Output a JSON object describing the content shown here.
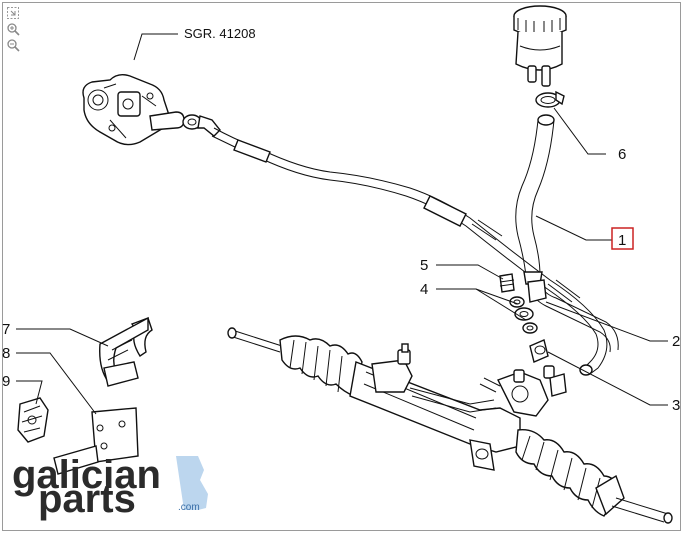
{
  "diagram": {
    "reference_label": "SGR. 41208",
    "callouts": [
      {
        "id": "1",
        "label": "1",
        "highlighted": true
      },
      {
        "id": "2",
        "label": "2"
      },
      {
        "id": "3",
        "label": "3"
      },
      {
        "id": "4",
        "label": "4"
      },
      {
        "id": "5",
        "label": "5"
      },
      {
        "id": "6",
        "label": "6"
      },
      {
        "id": "7",
        "label": "7"
      },
      {
        "id": "8",
        "label": "8"
      },
      {
        "id": "9",
        "label": "9"
      }
    ],
    "highlight_color": "#cc2222"
  },
  "toolbar": {
    "tools": [
      {
        "name": "fit-icon"
      },
      {
        "name": "zoom-in-icon"
      },
      {
        "name": "zoom-out-icon"
      }
    ]
  },
  "watermark": {
    "line1": "galician",
    "line2": "parts",
    "suffix": ".com",
    "accent_color": "#bcd6ee"
  }
}
